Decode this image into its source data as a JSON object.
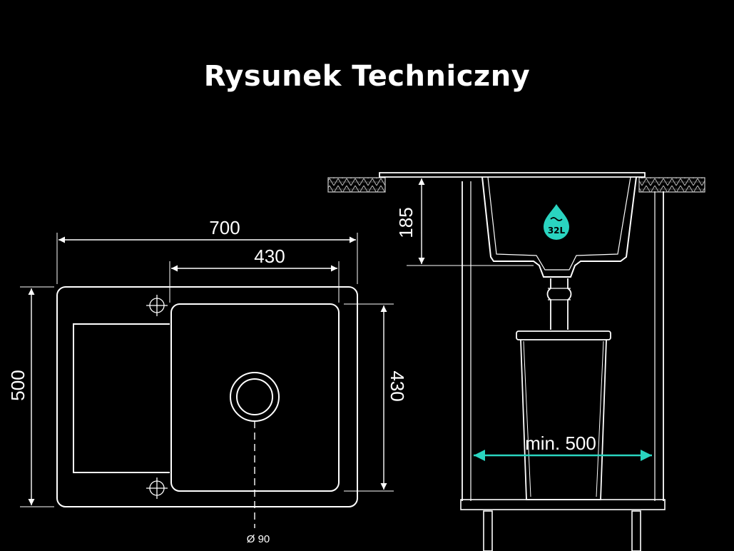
{
  "title": "Rysunek Techniczny",
  "dimensions": {
    "width_total": "700",
    "basin_width": "430",
    "depth_total": "500",
    "basin_depth": "430",
    "drain_diameter": "Ø 90",
    "bowl_depth": "185",
    "cabinet_min": "min. 500"
  },
  "capacity_badge": "32L",
  "colors": {
    "background": "#000000",
    "lines": "#ffffff",
    "accent": "#2ad4c0"
  }
}
